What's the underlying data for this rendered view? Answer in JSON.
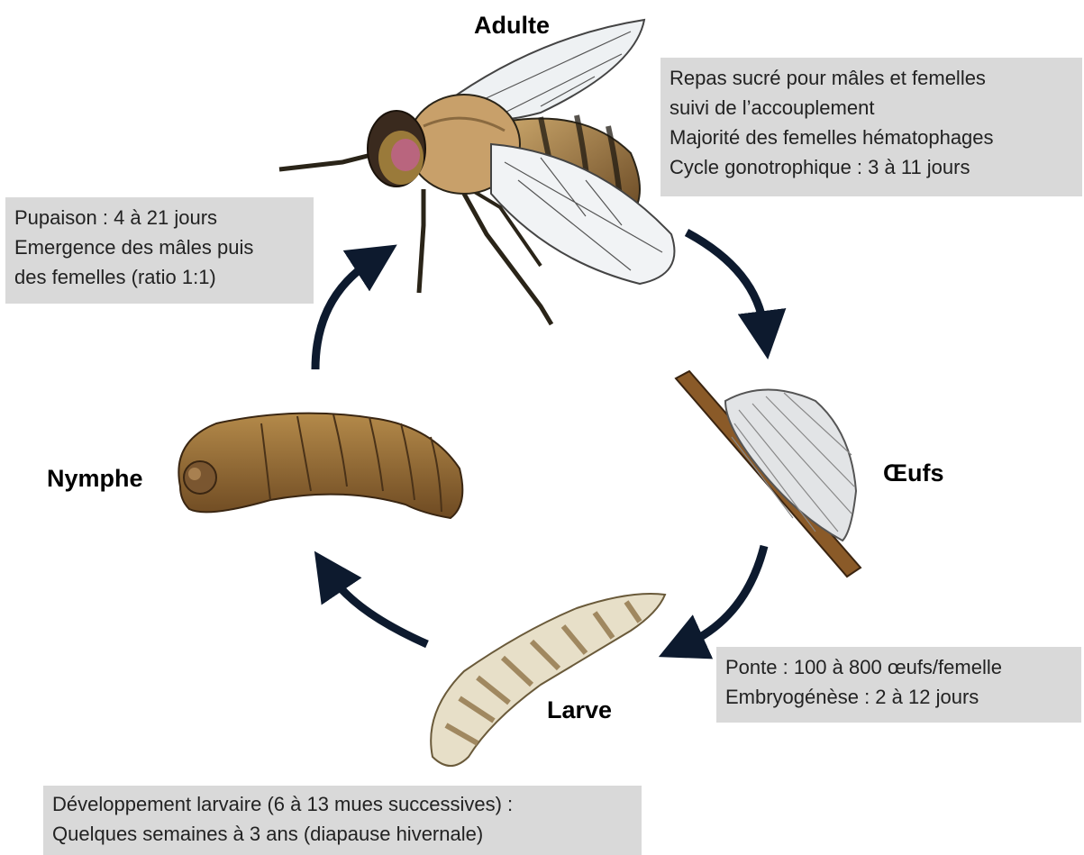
{
  "stages": {
    "adult": "Adulte",
    "eggs": "Œufs",
    "larva": "Larve",
    "nymph": "Nymphe"
  },
  "boxes": {
    "adult_info": [
      "Repas sucré pour mâles et femelles",
      "suivi de l’accouplement",
      "Majorité des femelles hématophages",
      "Cycle gonotrophique  : 3 à 11 jours"
    ],
    "pupation_info": [
      "Pupaison : 4 à 21 jours",
      "Emergence des mâles puis",
      "des femelles (ratio 1:1)"
    ],
    "egg_info": [
      "Ponte : 100 à 800 œufs/femelle",
      "Embryogénèse : 2 à 12 jours"
    ],
    "larva_info": [
      "Développement larvaire (6 à 13 mues successives) :",
      "Quelques semaines à 3 ans (diapause hivernale)"
    ]
  },
  "colors": {
    "arrow": "#0d1a2e",
    "box_bg": "#d9d9d9"
  }
}
